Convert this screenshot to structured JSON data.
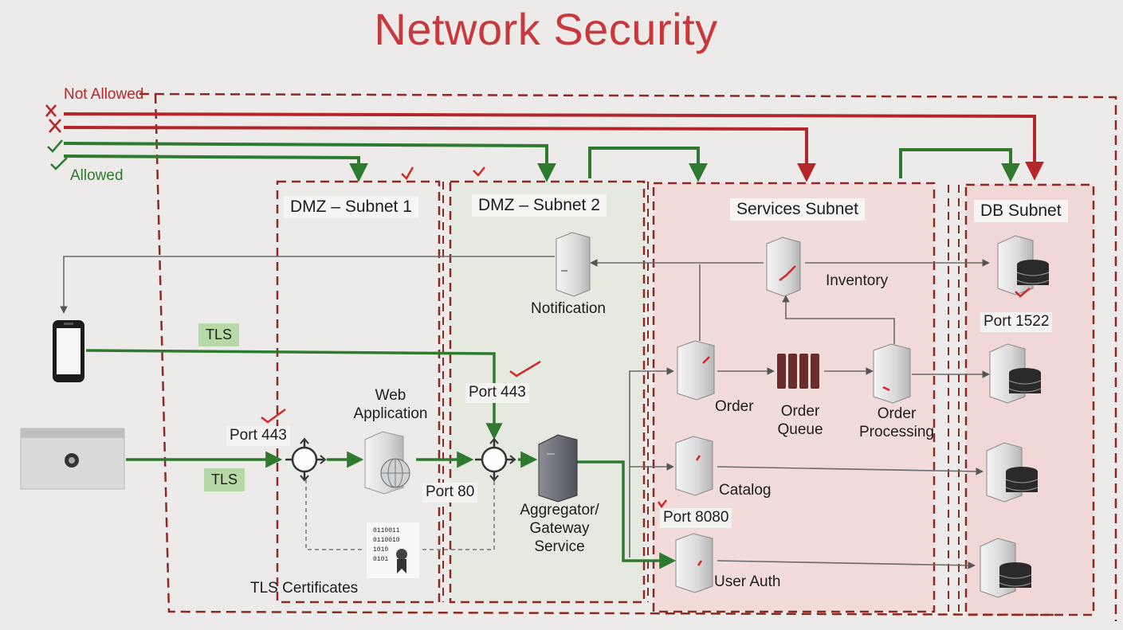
{
  "title": "Network Security",
  "legend": {
    "not_allowed": "Not Allowed",
    "allowed": "Allowed"
  },
  "zones": {
    "dmz1": "DMZ – Subnet 1",
    "dmz2": "DMZ – Subnet 2",
    "services": "Services Subnet",
    "db": "DB Subnet"
  },
  "labels": {
    "tls_top": "TLS",
    "tls_bottom": "TLS",
    "port_443_left": "Port 443",
    "port_443_mid": "Port 443",
    "port_80": "Port 80",
    "port_8080": "Port 8080",
    "port_1522": "Port 1522",
    "web_app": [
      "Web",
      "Application"
    ],
    "aggregator": [
      "Aggregator/",
      "Gateway",
      "Service"
    ],
    "notification": "Notification",
    "inventory": "Inventory",
    "order": "Order",
    "order_queue": [
      "Order",
      "Queue"
    ],
    "order_processing": [
      "Order",
      "Processing"
    ],
    "catalog": "Catalog",
    "user_auth": "User Auth",
    "tls_certificates": "TLS Certificates",
    "cert_bits": [
      "0110011",
      "0110010",
      "1010",
      "0101"
    ]
  },
  "colors": {
    "red": "#b3262a",
    "green": "#2e7a2e",
    "zone_border": "#8b2a22",
    "services_fill": "#f1dcd9",
    "db_fill": "#f0d8d6",
    "tls_badge": "#b6d9a7"
  },
  "icons": {
    "phone": "phone-icon",
    "browser": "browser-window-icon",
    "server": "server-icon",
    "database": "database-server-icon",
    "router": "router-icon",
    "queue": "message-queue-icon",
    "certificate": "certificate-icon"
  }
}
